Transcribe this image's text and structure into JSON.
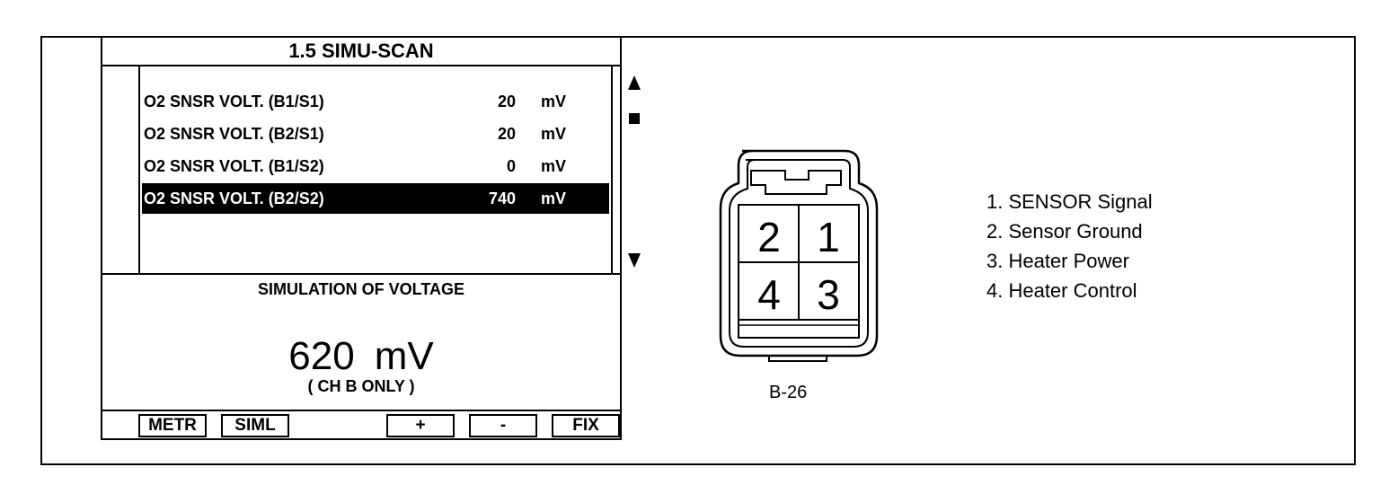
{
  "scanner": {
    "title": "1.5  SIMU-SCAN",
    "rows": [
      {
        "label": "O2 SNSR VOLT. (B1/S1)",
        "value": "20",
        "unit": "mV",
        "selected": false
      },
      {
        "label": "O2 SNSR VOLT. (B2/S1)",
        "value": "20",
        "unit": "mV",
        "selected": false
      },
      {
        "label": "O2 SNSR VOLT. (B1/S2)",
        "value": "0",
        "unit": "mV",
        "selected": false
      },
      {
        "label": "O2 SNSR VOLT. (B2/S2)",
        "value": "740",
        "unit": "mV",
        "selected": true
      }
    ],
    "simulation_label": "SIMULATION OF VOLTAGE",
    "simulation_value": "620",
    "simulation_unit": "mV",
    "channel_note": "(   CH  B  ONLY   )",
    "softkeys": {
      "metr": "METR",
      "siml": "SIML",
      "plus": "+",
      "minus": "-",
      "fix": "FIX"
    },
    "scroll_icons": [
      "scroll-up-icon",
      "scroll-thumb",
      "scroll-down-icon"
    ]
  },
  "connector": {
    "label": "B-26",
    "pins": [
      "2",
      "1",
      "4",
      "3"
    ]
  },
  "pin_legend": [
    "1. SENSOR Signal",
    "2. Sensor Ground",
    "3. Heater Power",
    "4. Heater Control"
  ]
}
